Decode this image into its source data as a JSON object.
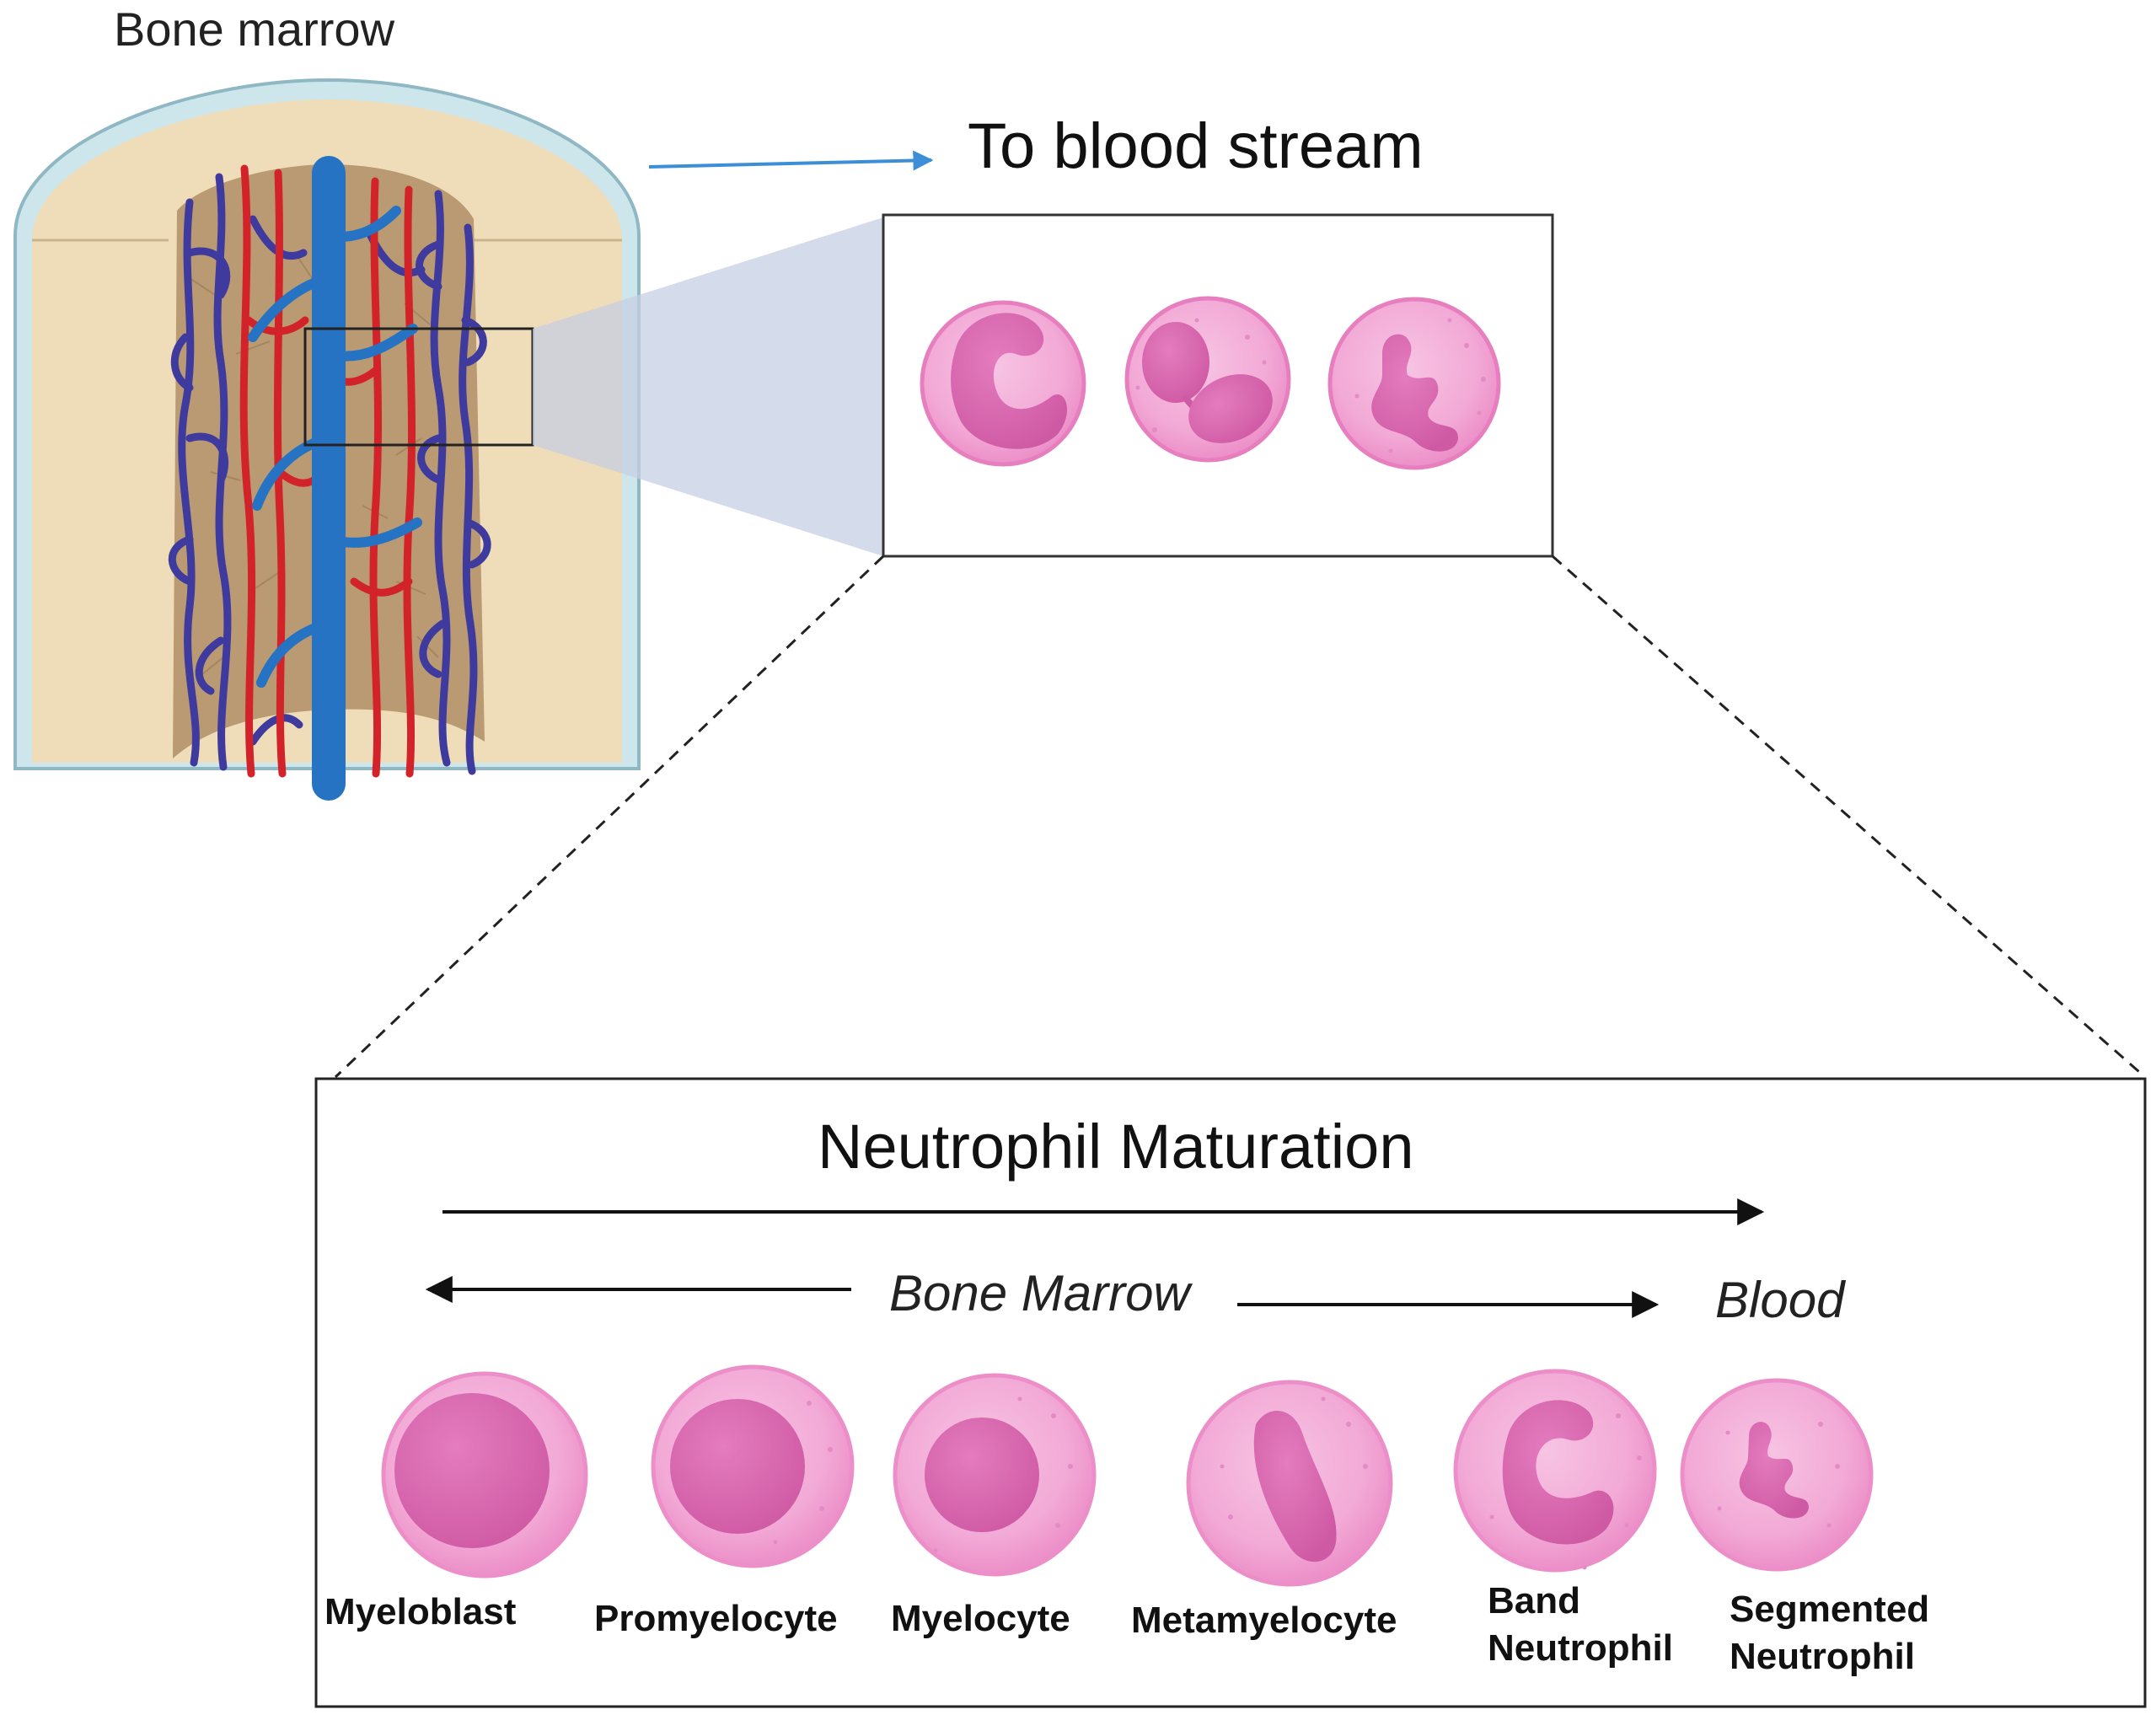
{
  "labels": {
    "bone_marrow": "Bone marrow",
    "to_blood_stream": "To blood stream",
    "maturation_title": "Neutrophil Maturation",
    "zone_bone_marrow": "Bone Marrow",
    "zone_blood": "Blood"
  },
  "stages": [
    {
      "lines": [
        "Myeloblast"
      ]
    },
    {
      "lines": [
        "Promyelocyte"
      ]
    },
    {
      "lines": [
        "Myelocyte"
      ]
    },
    {
      "lines": [
        "Metamyelocyte"
      ]
    },
    {
      "lines": [
        "Band",
        "Neutrophil"
      ]
    },
    {
      "lines": [
        "Segmented",
        "Neutrophil"
      ]
    }
  ],
  "colors": {
    "cell_outer": "#ec8fc8",
    "cell_fill": "#f2a9d6",
    "nucleus": "#d261a8",
    "bone": "#efdcb8",
    "cortex": "#cde6ec",
    "marrow": "#b99a72",
    "artery": "#d2232a",
    "vein": "#3f3b9e",
    "central_vessel": "#2673c4",
    "arrow_blue": "#3c8fd6",
    "zoom_shade": "#c5cfe3"
  }
}
